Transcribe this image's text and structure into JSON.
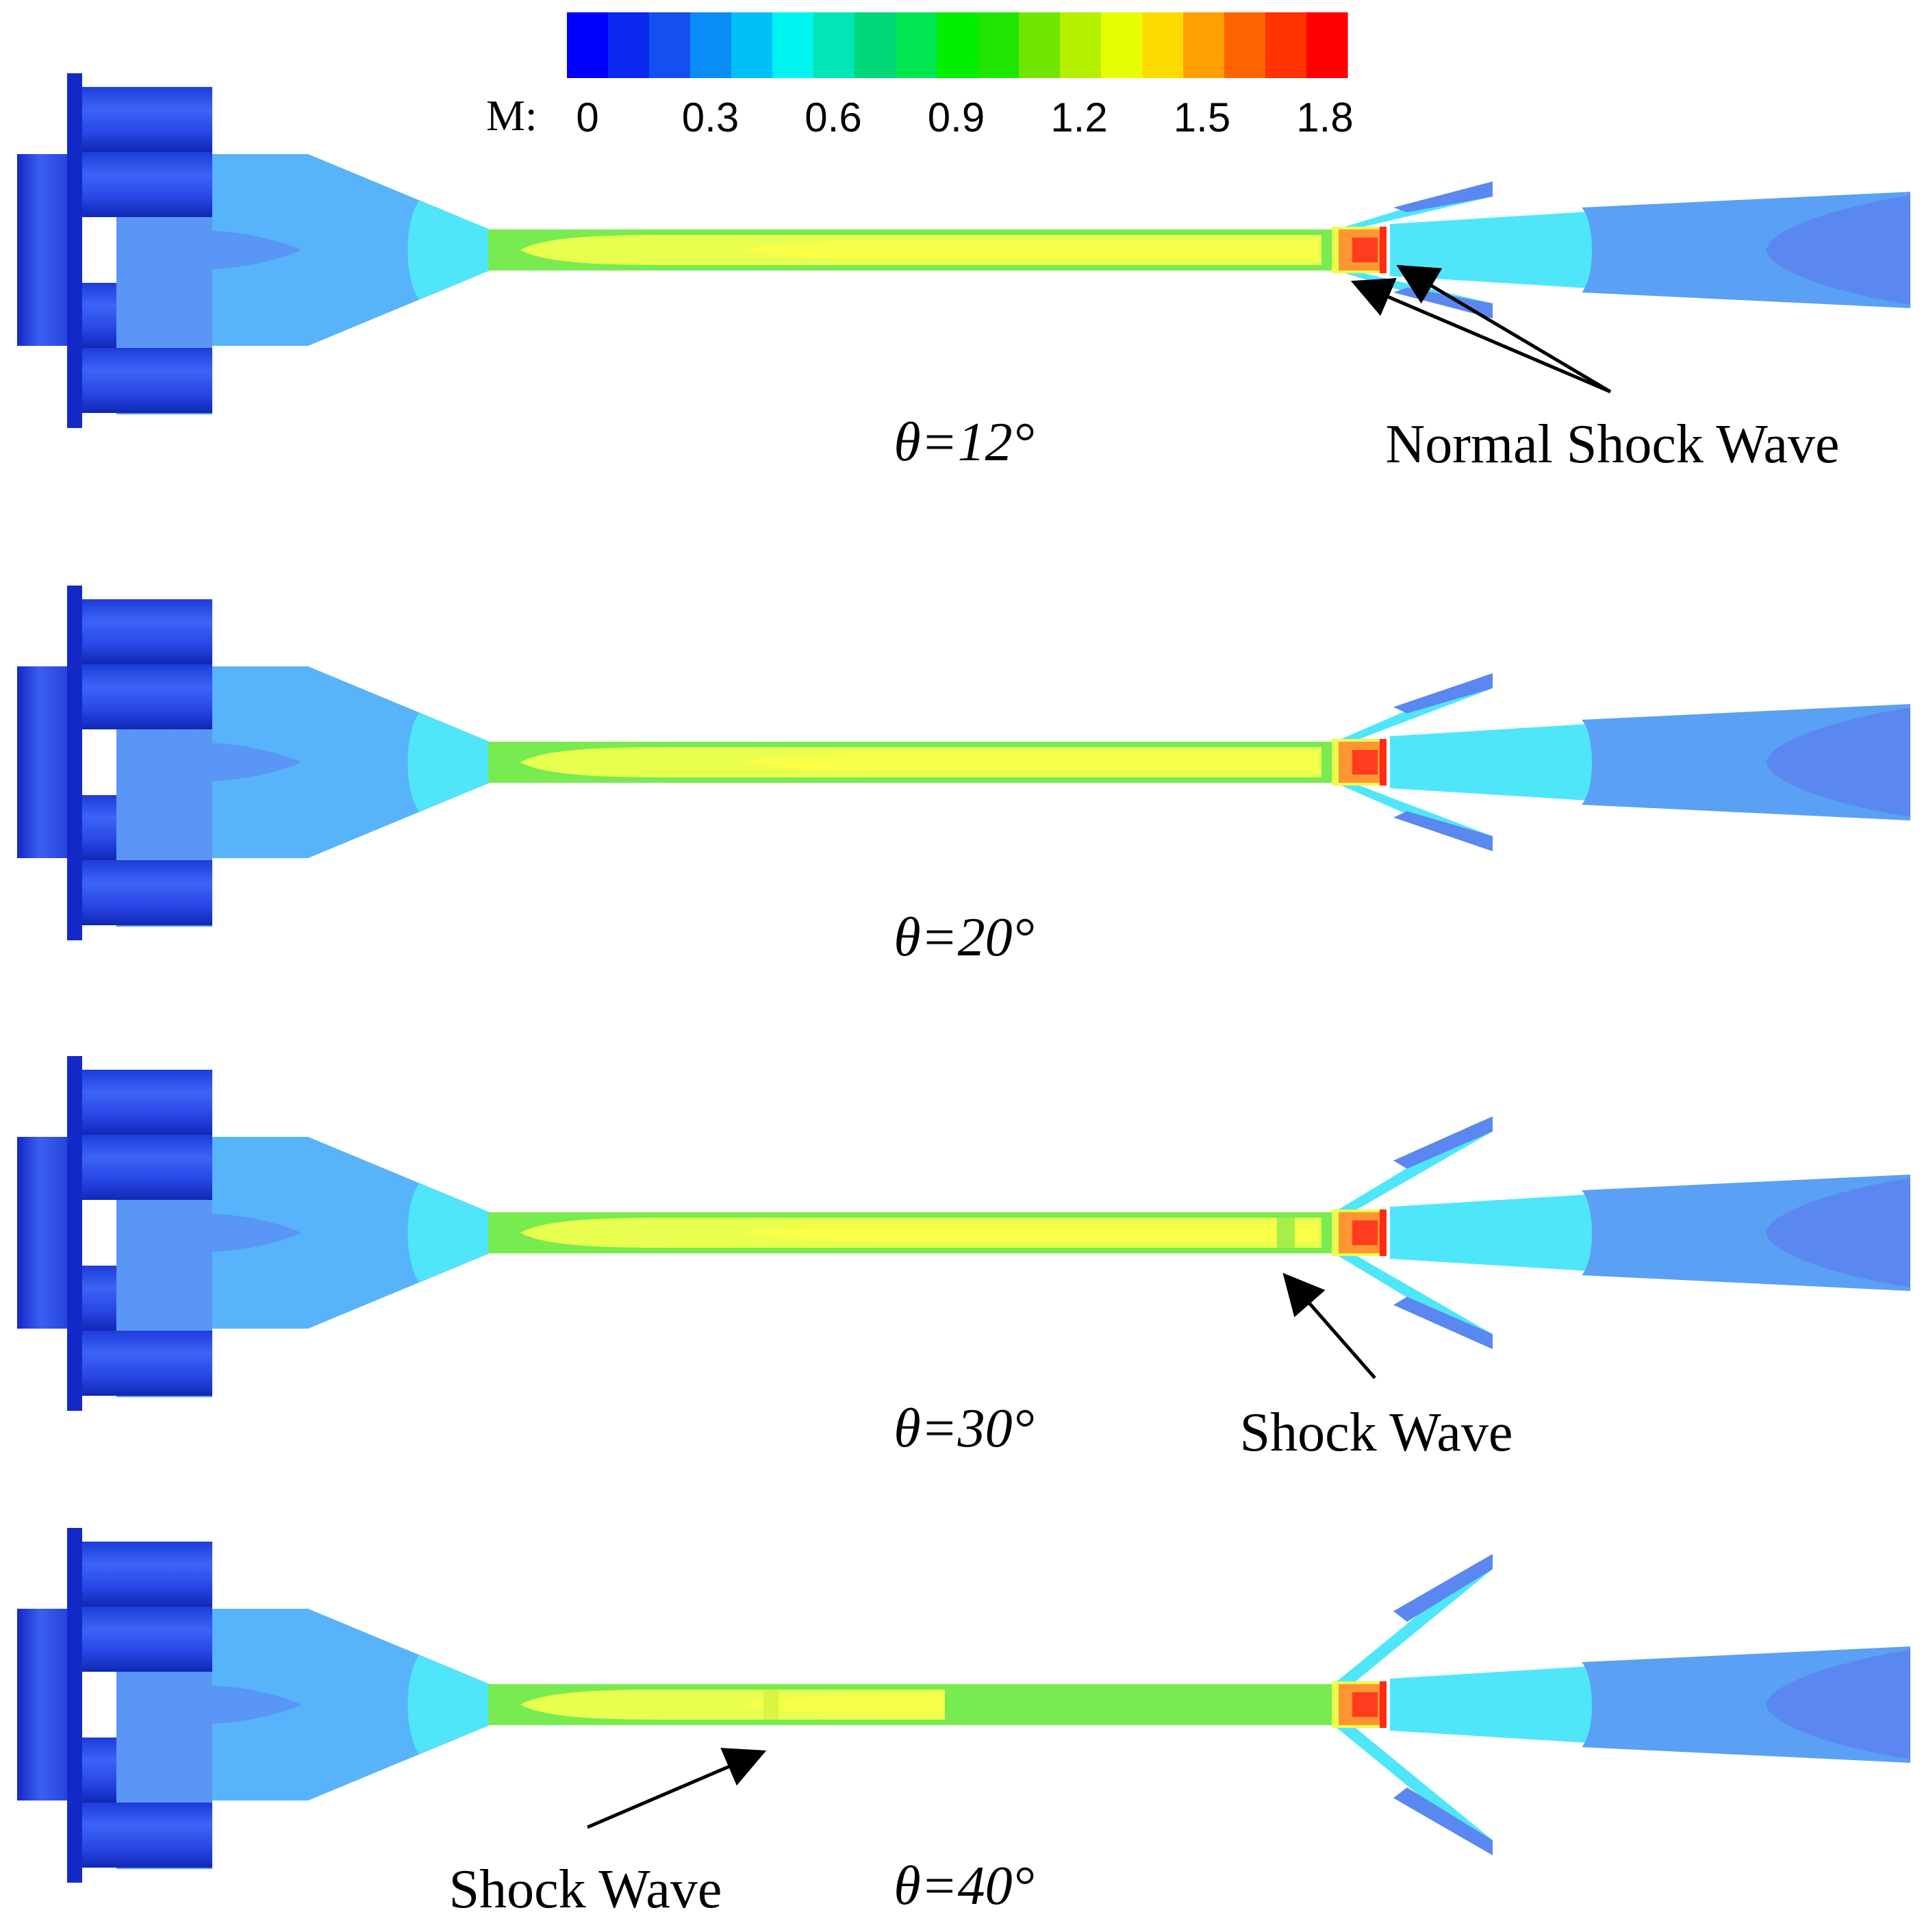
{
  "colorbar": {
    "label": "M:",
    "ticks": [
      "0",
      "0.3",
      "0.6",
      "0.9",
      "1.2",
      "1.5",
      "1.8"
    ],
    "range": [
      0,
      1.8
    ],
    "levels": 19,
    "colors": [
      "#0000ff",
      "#0a28f0",
      "#1450f0",
      "#0a8cf5",
      "#00c0fa",
      "#00f5f0",
      "#00e6b4",
      "#00d778",
      "#00e650",
      "#00f000",
      "#1ee600",
      "#6ee600",
      "#b4f000",
      "#e6ff00",
      "#ffdc00",
      "#ffa000",
      "#ff6400",
      "#ff3200",
      "#ff0000"
    ]
  },
  "cases": [
    {
      "label": "θ=12°",
      "exit_fan": "narrow"
    },
    {
      "label": "θ=20°",
      "exit_fan": "medium"
    },
    {
      "label": "θ=30°",
      "exit_fan": "wide"
    },
    {
      "label": "θ=40°",
      "exit_fan": "widest"
    }
  ],
  "annotations": [
    {
      "text": "Normal Shock Wave",
      "case": 0
    },
    {
      "text": "Shock Wave",
      "case": 2
    },
    {
      "text": "Shock Wave",
      "case": 3
    }
  ],
  "colors": {
    "housing_dark": "#1432d2",
    "housing_mid": "#2846e6",
    "housing_light": "#3c5ff0",
    "chamber": "#58b4fa",
    "chamber_core": "#5a96f5",
    "tube_green": "#78eb50",
    "tube_yellow": "#e8ff50",
    "tube_core": "#f7ff46",
    "shock_red": "#ff3c1e",
    "shock_orange": "#ff9632",
    "diffuser_cyan": "#50e6fa",
    "diffuser_blue": "#5aa0f5",
    "diffuser_deep": "#5a87f0"
  }
}
